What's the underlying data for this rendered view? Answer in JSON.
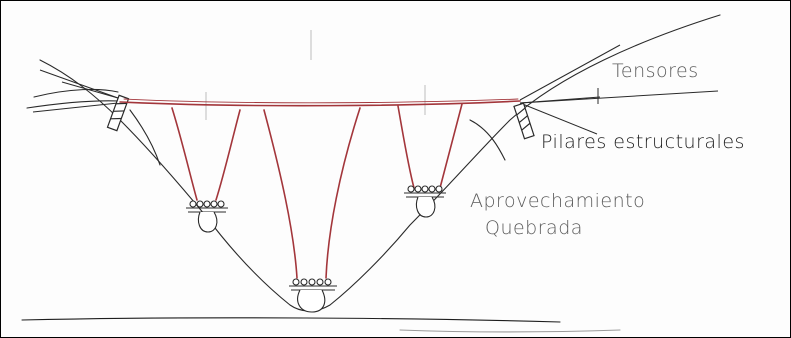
{
  "labels": {
    "tensores": "Tensores",
    "pilares": "Pilares estructurales",
    "aprovechamiento_line1": "Aprovechamiento",
    "aprovechamiento_line2": "Quebrada"
  },
  "colors": {
    "cable": "#a3363b",
    "ink": "#2a2a2a",
    "pencil": "#6a6a6a",
    "paper": "#fdfdfd"
  }
}
